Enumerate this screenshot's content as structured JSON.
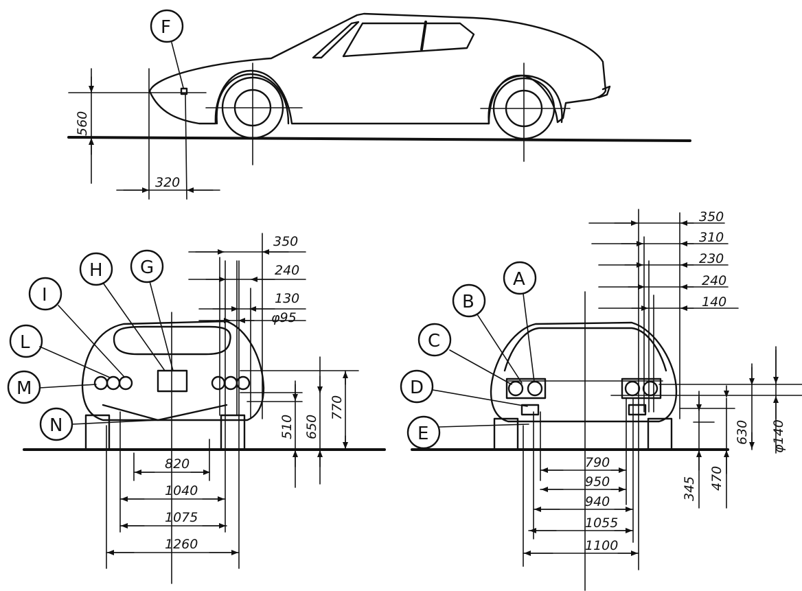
{
  "side_view": {
    "label_f": "F",
    "dim_560": "560",
    "dim_320": "320"
  },
  "front_view": {
    "labels": {
      "g": "G",
      "h": "H",
      "i": "I",
      "l": "L",
      "m": "M",
      "n": "N"
    },
    "dim_350": "350",
    "dim_240": "240",
    "dim_130": "130",
    "dim_95": "φ95",
    "dim_510": "510",
    "dim_650": "650",
    "dim_770": "770",
    "dim_820": "820",
    "dim_1040": "1040",
    "dim_1075": "1075",
    "dim_1260": "1260"
  },
  "rear_view": {
    "labels": {
      "a": "A",
      "b": "B",
      "c": "C",
      "d": "D",
      "e": "E"
    },
    "dim_350": "350",
    "dim_310": "310",
    "dim_230": "230",
    "dim_240": "240",
    "dim_140": "140",
    "dim_790": "790",
    "dim_950": "950",
    "dim_940": "940",
    "dim_1055": "1055",
    "dim_1100": "1100",
    "dim_345": "345",
    "dim_470": "470",
    "dim_630": "630",
    "dim_140_dia": "φ140"
  }
}
